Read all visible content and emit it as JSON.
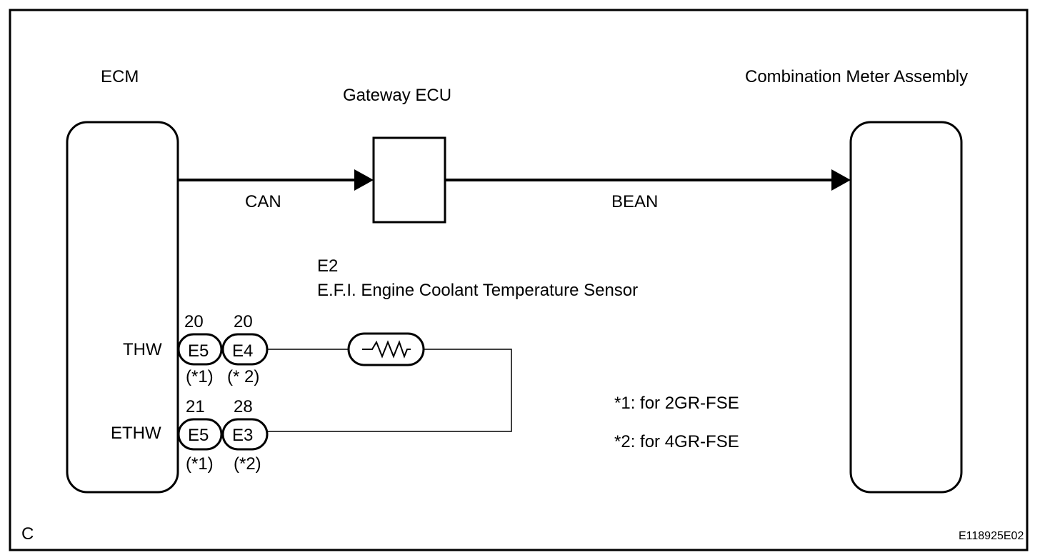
{
  "ecm": {
    "title": "ECM",
    "pins": [
      {
        "signal": "THW",
        "pin_a": "20",
        "conn_a": "E5",
        "note_a": "(*1)",
        "pin_b": "20",
        "conn_b": "E4",
        "note_b": "(* 2)"
      },
      {
        "signal": "ETHW",
        "pin_a": "21",
        "conn_a": "E5",
        "note_a": "(*1)",
        "pin_b": "28",
        "conn_b": "E3",
        "note_b": "(*2)"
      }
    ]
  },
  "gateway": {
    "title": "Gateway ECU"
  },
  "meter": {
    "title": "Combination Meter Assembly"
  },
  "buses": {
    "can": "CAN",
    "bean": "BEAN"
  },
  "sensor": {
    "code": "E2",
    "name": "E.F.I. Engine Coolant Temperature Sensor"
  },
  "notes": [
    "*1: for 2GR-FSE",
    "*2: for 4GR-FSE"
  ],
  "corner_letter": "C",
  "figure_id": "E118925E02"
}
